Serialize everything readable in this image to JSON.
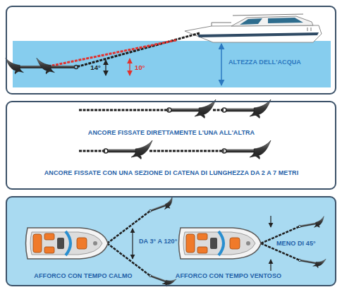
{
  "diagram": {
    "nodes": [
      {
        "text": [
          "14°",
          "10°",
          "ALTEZZA DELL'ACQUA"
        ]
      },
      {
        "text": [
          "ANCORE FISSATE DIRETTAMENTE L'UNA ALL'ALTRA",
          "ANCORE FISSATE CON UNA SEZIONE DI CATENA DI LUNGHEZZA DA 2 A 7 METRI"
        ]
      },
      {
        "text": [
          "DA 3° A 120°",
          "MENO DI 45°",
          "AFFORCO CON TEMPO CALMO",
          "AFFORCO CON TEMPO VENTOSO"
        ]
      }
    ]
  }
}
